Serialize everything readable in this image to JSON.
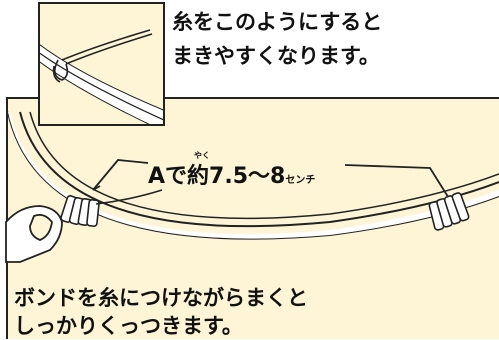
{
  "inset": {
    "caption_line1": "糸をこのようにすると",
    "caption_line2": "まきやすくなります。"
  },
  "measure": {
    "label_prefix": "Aで",
    "kanji": "約",
    "kanji_reading": "やく",
    "value": "7.5〜8",
    "unit": "センチ"
  },
  "instruction": {
    "line1": "ボンドを糸につけながらまくと",
    "line2": "しっかりくっつきます。"
  },
  "colors": {
    "panel_background": "#fdf5d6",
    "outline": "#222222",
    "bamboo_fill": "#ffffff"
  },
  "icons": [
    "finger-icon",
    "thread-wrap-icon",
    "bamboo-strip-icon"
  ]
}
